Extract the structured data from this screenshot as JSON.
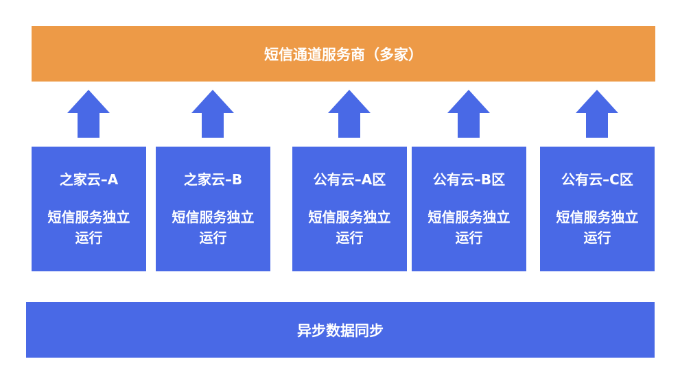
{
  "colors": {
    "provider": "#ED9A47",
    "blue": "#4969E6"
  },
  "top": {
    "label": "短信通道服务商（多家）"
  },
  "bottom": {
    "label": "异步数据同步"
  },
  "nodes": [
    {
      "title": "之家云–A",
      "desc": "短信服务独立运行"
    },
    {
      "title": "之家云–B",
      "desc": "短信服务独立运行"
    },
    {
      "title": "公有云–A区",
      "desc": "短信服务独立运行"
    },
    {
      "title": "公有云–B区",
      "desc": "短信服务独立运行"
    },
    {
      "title": "公有云–C区",
      "desc": "短信服务独立运行"
    }
  ]
}
